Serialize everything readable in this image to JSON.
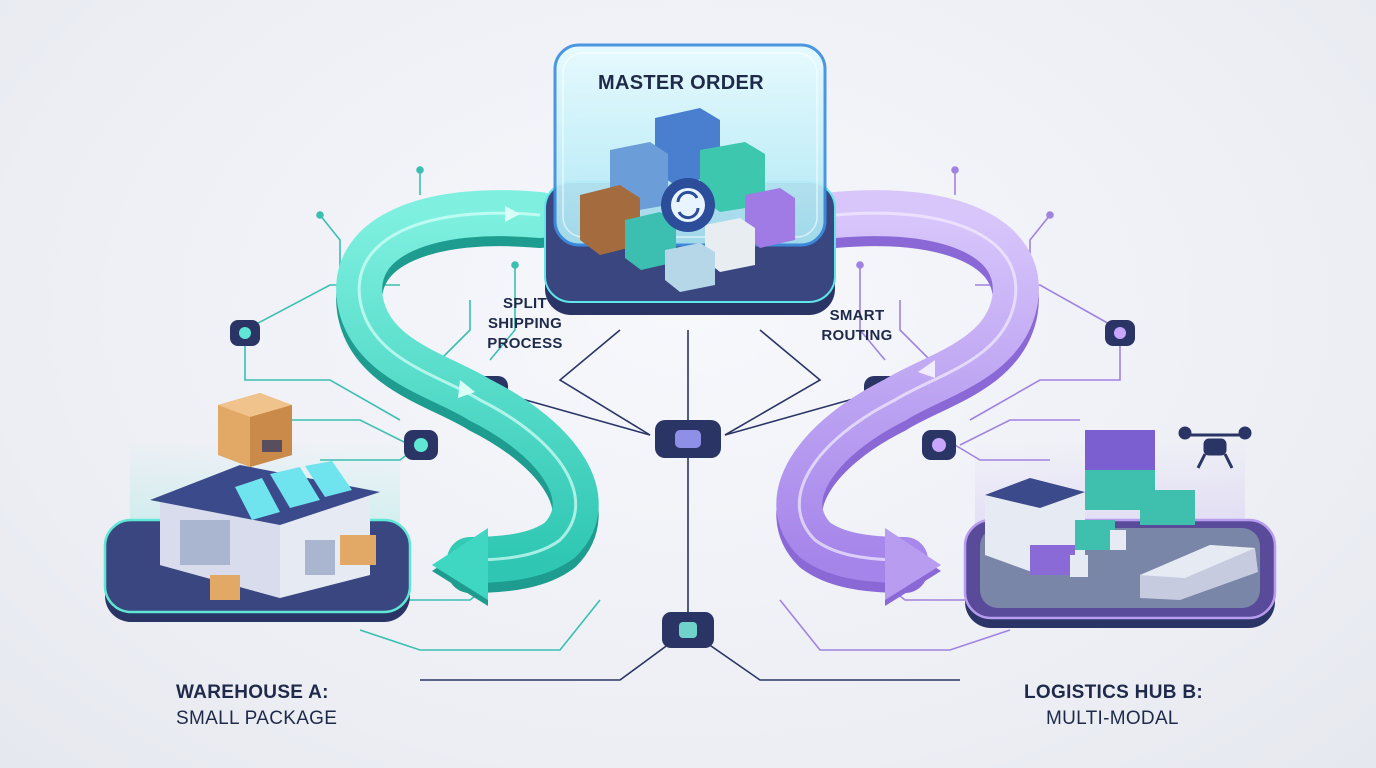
{
  "master": {
    "title": "MASTER ORDER"
  },
  "split": {
    "line1": "SPLIT",
    "line2": "SHIPPING",
    "line3": "PROCESS"
  },
  "routing": {
    "line1": "SMART",
    "line2": "ROUTING"
  },
  "warehouse": {
    "title": "WAREHOUSE A:",
    "subtitle": "SMALL PACKAGE"
  },
  "hub": {
    "title": "LOGISTICS HUB B:",
    "subtitle": "MULTI-MODAL"
  },
  "colors": {
    "teal": "#3fd6c2",
    "purple": "#b79cf0",
    "navy": "#2a3566",
    "circuit_teal": "#4bc9bd",
    "circuit_purple": "#a98be6"
  },
  "icons": [
    "boxes-icon",
    "gear-sync-icon",
    "warehouse-icon",
    "package-icon",
    "containers-icon",
    "truck-icon",
    "train-icon",
    "drone-icon"
  ]
}
